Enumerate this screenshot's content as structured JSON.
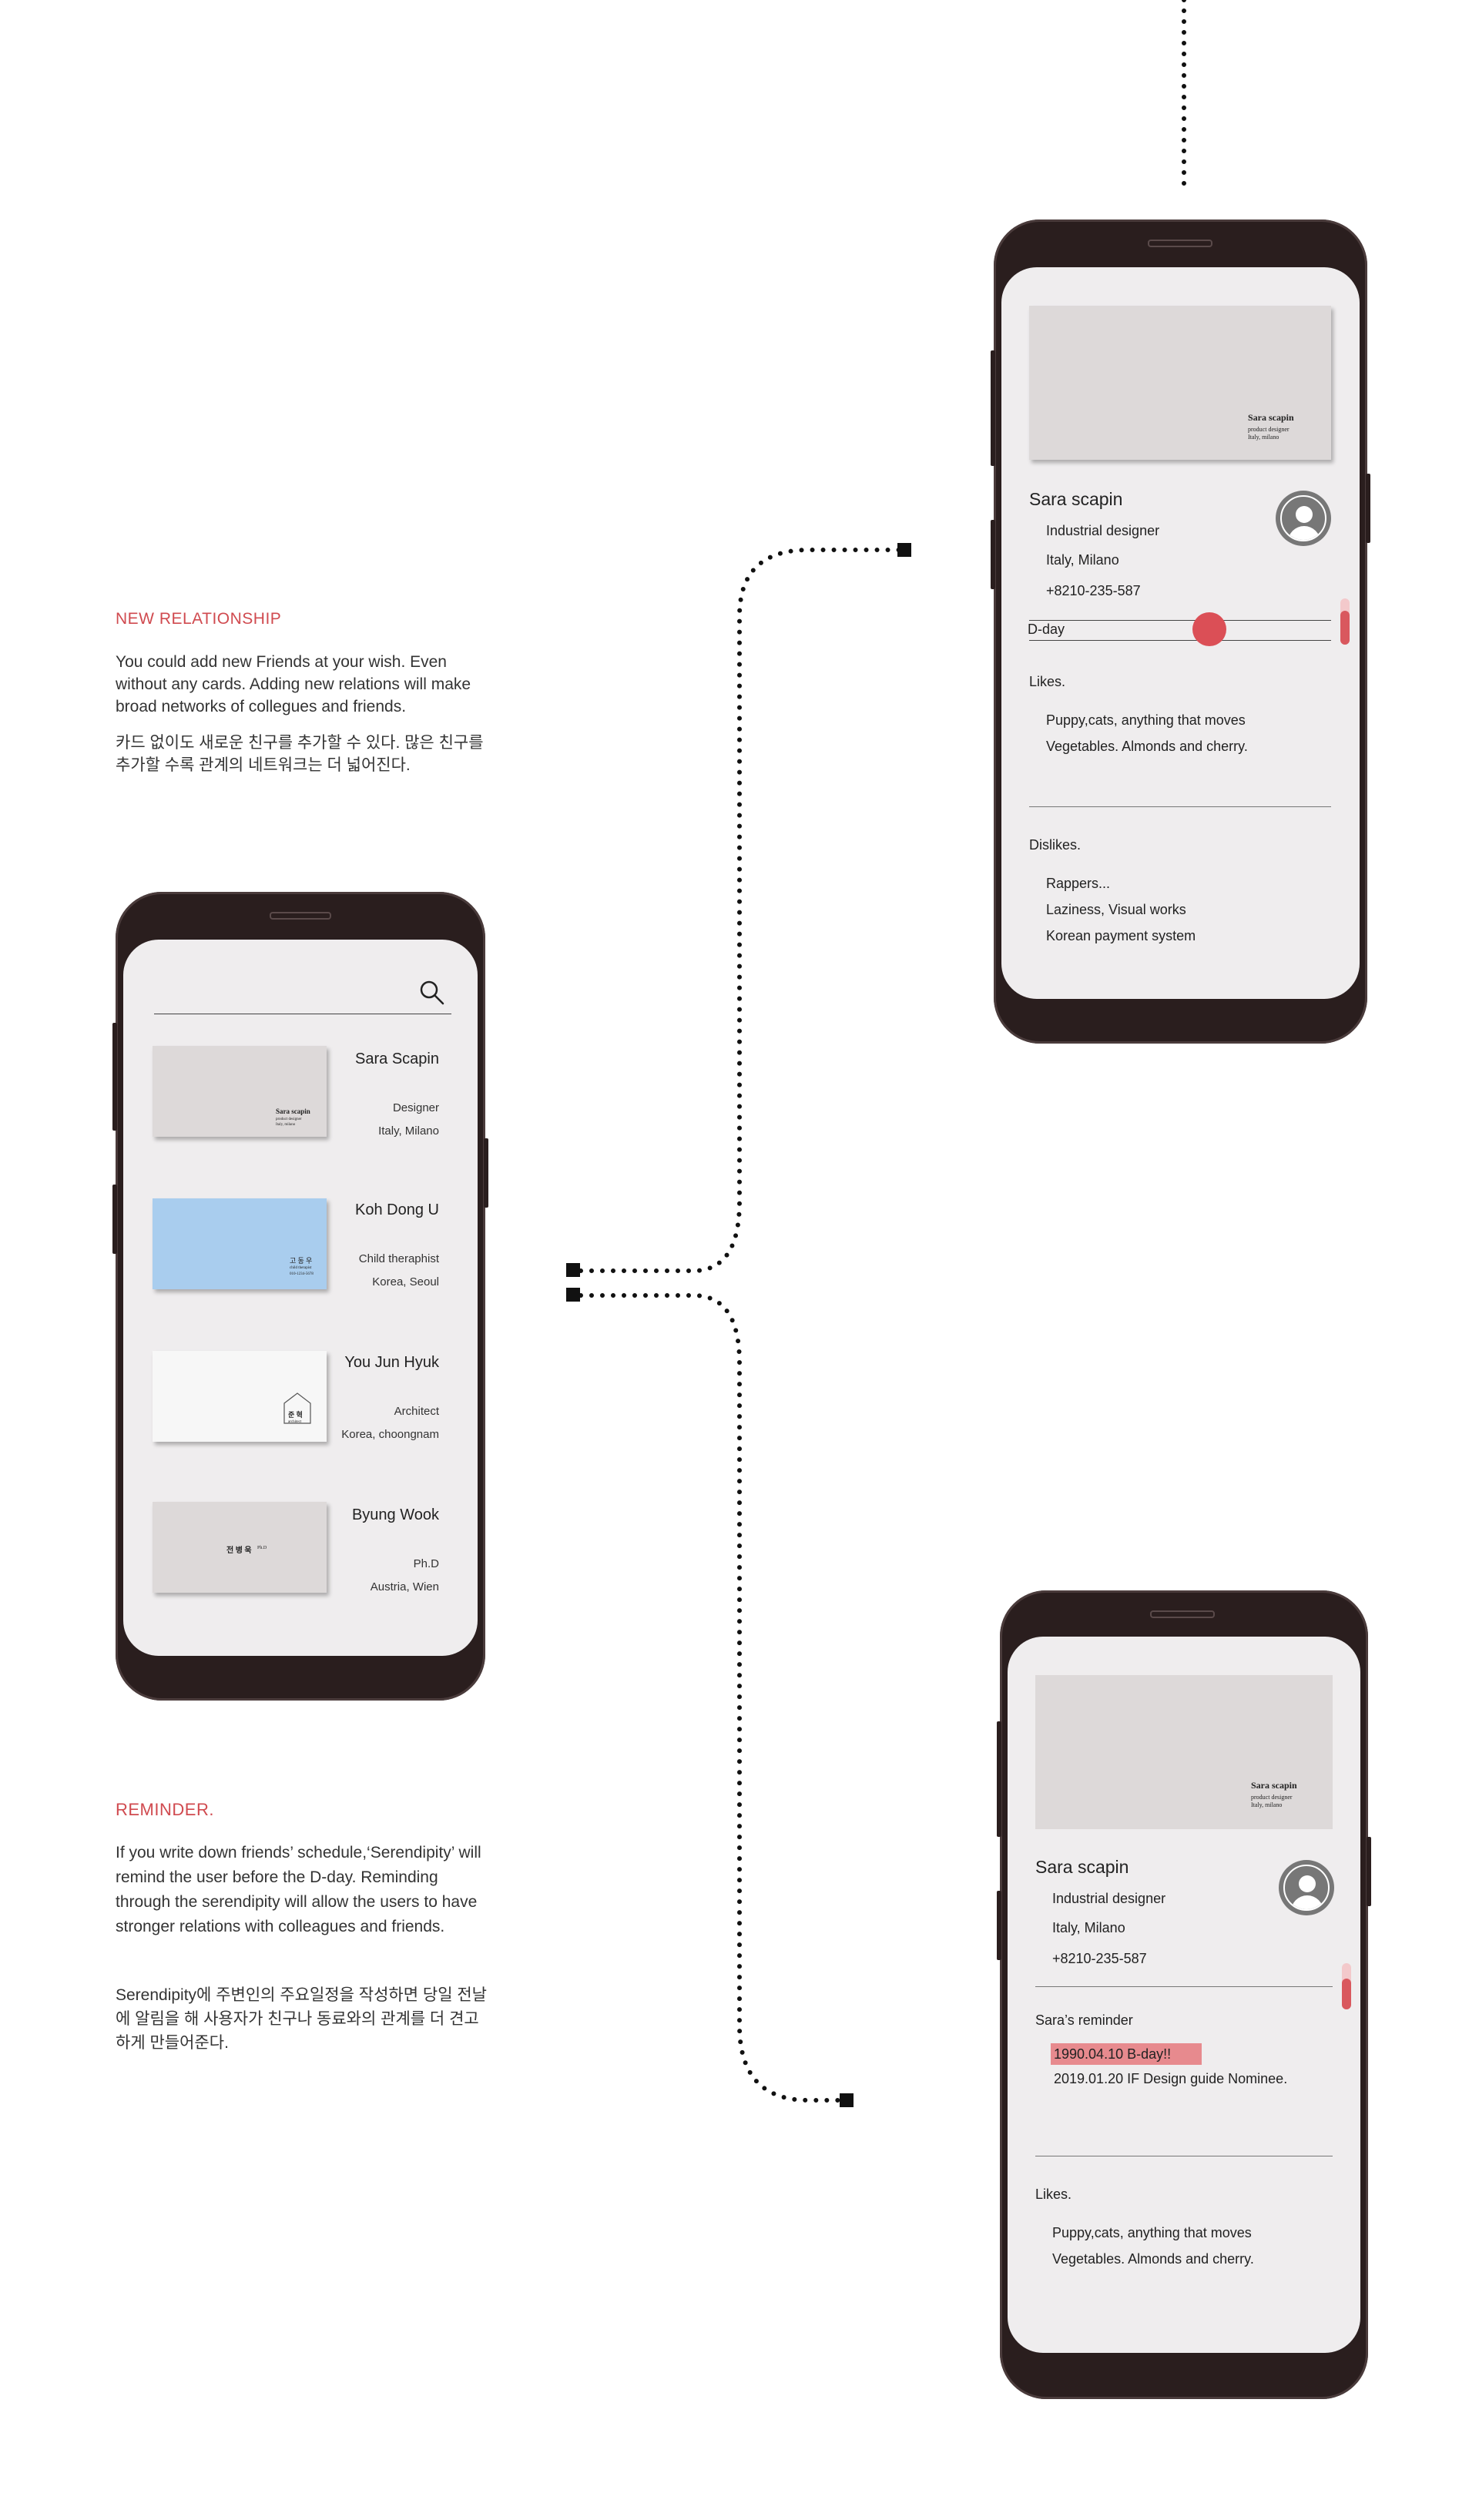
{
  "section_new": {
    "heading": "NEW RELATIONSHIP",
    "para_en": "You could add new Friends at your wish. Even without any cards. Adding new relations will make broad networks of collegues and friends.",
    "para_ko": "카드 없이도 새로운 친구를 추가할 수 있다. 많은 친구를 추가할 수록 관계의 네트워크는 더 넓어진다."
  },
  "section_reminder": {
    "heading": "REMINDER.",
    "para_en": "If you write down friends’ schedule,‘Serendipity’ will remind the user before the D-day. Reminding through the serendipity will allow the users to have stronger relations with colleagues and friends.",
    "para_ko": "Serendipity에 주변인의 주요일정을 작성하면 당일 전날에 알림을 해 사용자가 친구나 동료와의 관계를 더 견고하게 만들어준다."
  },
  "list_screen": {
    "contacts": [
      {
        "name": "Sara Scapin",
        "role": "Designer",
        "location": "Italy, Milano",
        "card_text": "Sara scapin",
        "card_sub": "product designer",
        "card_sub2": "Italy, milano"
      },
      {
        "name": "Koh Dong U",
        "role": "Child theraphist",
        "location": "Korea, Seoul",
        "card_text": "고 동 우",
        "card_sub": "child therapist",
        "card_sub2": "010-1234-5678"
      },
      {
        "name": "You Jun Hyuk",
        "role": "Architect",
        "location": "Korea, choongnam",
        "card_text": "준 혁",
        "card_sub": "architect"
      },
      {
        "name": "Byung Wook",
        "role": "Ph.D",
        "location": "Austria, Wien",
        "card_text": "전 병 욱",
        "card_sub": "Ph.D"
      }
    ]
  },
  "detail_screen": {
    "card_name": "Sara scapin",
    "card_sub": "product designer",
    "card_sub2": "Italy, milano",
    "name": "Sara scapin",
    "job": "Industrial designer",
    "location": "Italy, Milano",
    "phone": "+8210-235-587",
    "dday_label": "D-day",
    "likes_label": "Likes.",
    "likes": [
      "Puppy,cats, anything that moves",
      "Vegetables. Almonds and cherry."
    ],
    "dislikes_label": "Dislikes.",
    "dislikes": [
      "Rappers...",
      "Laziness, Visual works",
      "Korean payment system"
    ]
  },
  "reminder_screen": {
    "card_name": "Sara scapin",
    "card_sub": "product designer",
    "card_sub2": "Italy, milano",
    "name": "Sara scapin",
    "job": "Industrial designer",
    "location": "Italy, Milano",
    "phone": "+8210-235-587",
    "reminder_label": "Sara’s reminder",
    "reminders": [
      "1990.04.10 B-day!!",
      "2019.01.20 IF Design guide Nominee."
    ],
    "likes_label": "Likes.",
    "likes": [
      "Puppy,cats, anything that moves",
      "Vegetables. Almonds and cherry."
    ]
  },
  "colors": {
    "accent": "#d04a4f",
    "phone_body": "#2a1e1e",
    "screen": "#efedee",
    "highlight": "#e78a8e"
  },
  "icons": [
    "search-icon",
    "avatar-icon"
  ]
}
